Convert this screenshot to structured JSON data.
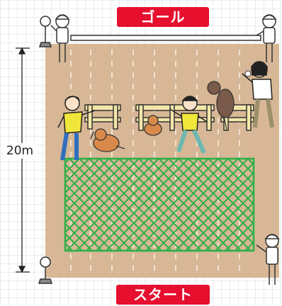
{
  "labels": {
    "goal": "ゴール",
    "start": "スタート",
    "distance": "20m"
  },
  "colors": {
    "field": "#d7b796",
    "grid": "#d6d9dd",
    "sign": "#e60f2e",
    "net": "#2bb046",
    "hurdle": "#f3e6a8",
    "shirt_yellow": "#f1e63b",
    "pants_blue": "#2f6fc0",
    "pants_teal": "#6cb8b0",
    "pants_olive": "#9c8f6b",
    "dog_brown": "#7a5a4b",
    "dog_orange": "#d98a4a"
  },
  "icons": [
    "flag-pole-icon",
    "referee-icon",
    "runner-icon",
    "dog-icon",
    "hurdle-icon",
    "net-icon",
    "ball-icon"
  ]
}
